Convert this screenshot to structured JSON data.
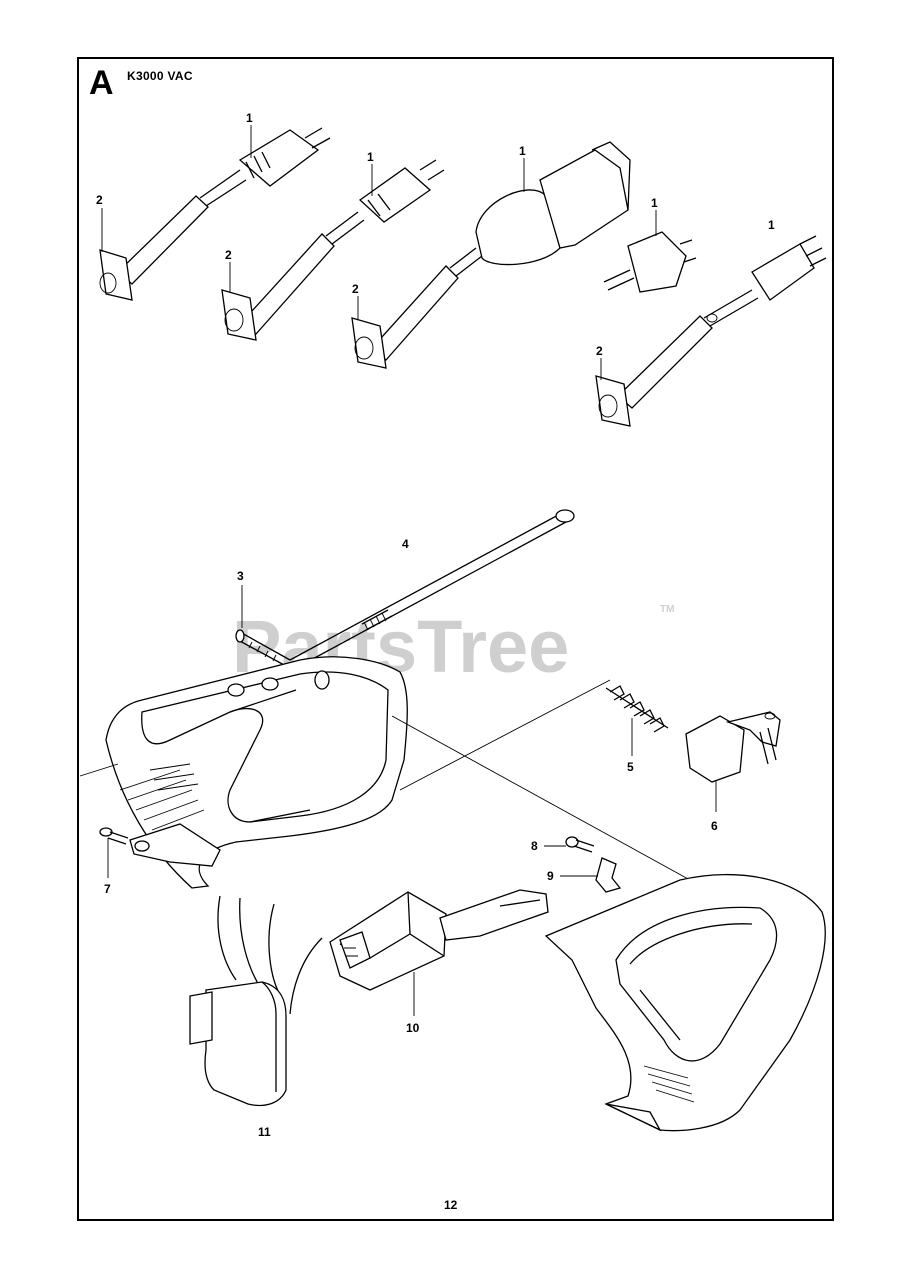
{
  "header": {
    "section_letter": "A",
    "model": "K3000 VAC"
  },
  "footer": {
    "page_number": "12"
  },
  "watermark": {
    "text": "PartsTree",
    "tm": "TM"
  },
  "callouts": {
    "plug_eu_1": "1",
    "plug_eu_2": "2",
    "plug_us_1": "1",
    "plug_us_2": "2",
    "plug_ind_1": "1",
    "plug_ind_2": "2",
    "plug_small_1": "1",
    "plug_uk_1": "1",
    "plug_uk_2": "2",
    "screw": "3",
    "rod": "4",
    "spring": "5",
    "trigger": "6",
    "small_screw": "7",
    "screw_8": "8",
    "clip_9": "9",
    "switch": "10",
    "filter": "11"
  },
  "colors": {
    "line": "#000000",
    "watermark": "#cfcfcf",
    "background": "#ffffff"
  }
}
